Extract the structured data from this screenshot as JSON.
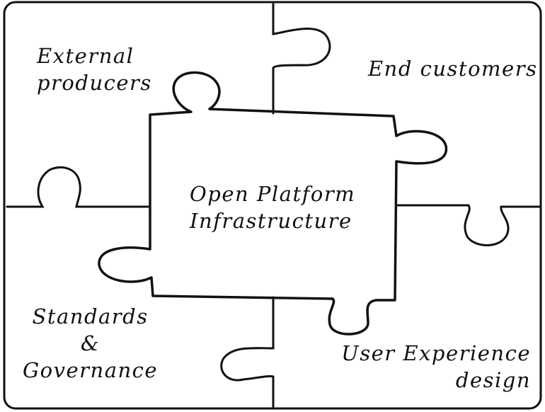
{
  "pieces": {
    "center": {
      "lines": [
        "Open Platform",
        "Infrastructure"
      ]
    },
    "top_left": {
      "lines": [
        "External",
        "producers"
      ]
    },
    "top_right": {
      "lines": [
        "End customers"
      ]
    },
    "bottom_left": {
      "lines": [
        "Standards",
        "&",
        "Governance"
      ]
    },
    "bottom_right": {
      "lines": [
        "User Experience",
        "design"
      ]
    }
  },
  "colors": {
    "ink": "#111111",
    "background": "#ffffff"
  }
}
